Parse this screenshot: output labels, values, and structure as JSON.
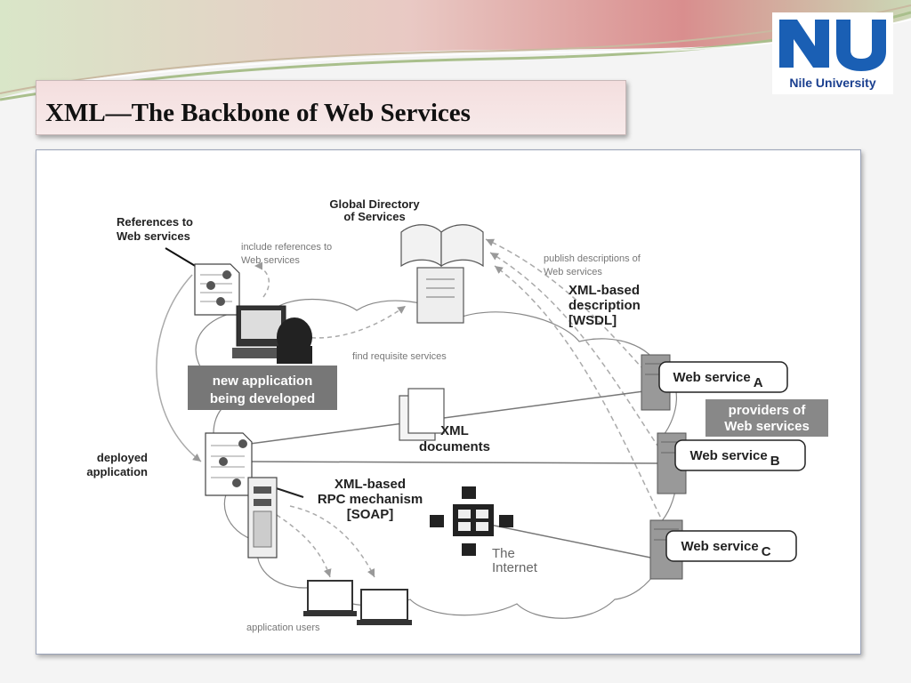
{
  "slide": {
    "title": "XML—The Backbone of Web Services",
    "logo": {
      "letters": "NU",
      "name": "Nile University",
      "color": "#1a5fb4"
    }
  },
  "diagram": {
    "global_directory": "Global Directory|of Services",
    "references": "References to|Web services",
    "include_refs": "include references to|Web services",
    "publish": "publish descriptions of|Web services",
    "wsdl": "XML-based|description|[WSDL]",
    "find": "find requisite services",
    "new_app": "new application|being developed",
    "providers": "providers of|Web services",
    "xml_docs": "XML|documents",
    "deployed": "deployed|application",
    "soap": "XML-based|RPC mechanism|[SOAP]",
    "internet": "The|Internet",
    "app_users": "application users",
    "services": [
      {
        "label": "Web service",
        "sub": "A"
      },
      {
        "label": "Web service",
        "sub": "B"
      },
      {
        "label": "Web service",
        "sub": "C"
      }
    ]
  }
}
